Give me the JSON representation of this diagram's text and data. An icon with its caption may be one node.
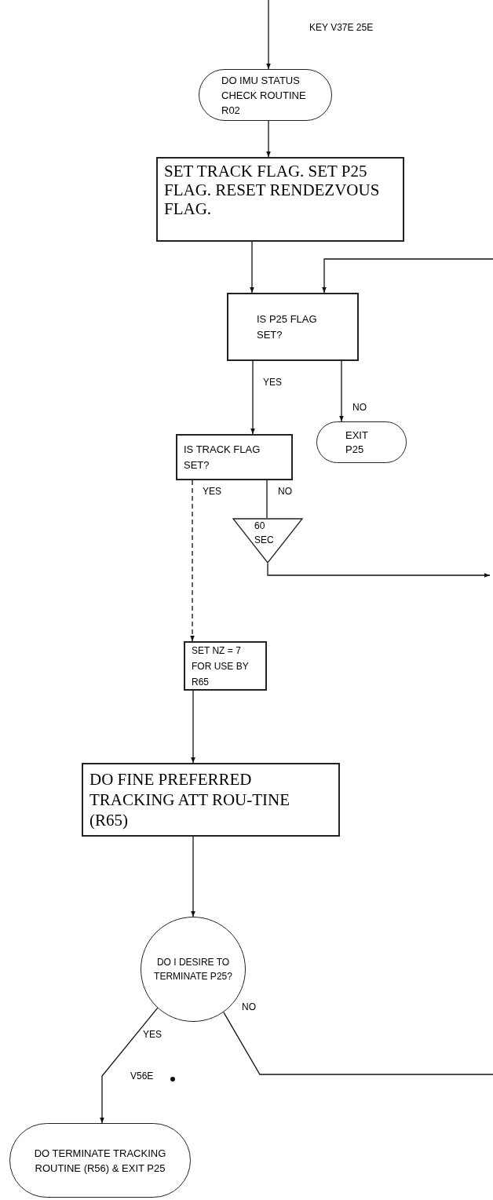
{
  "diagram": {
    "nodes": [
      {
        "text": [
          "DO IMU STATUS CHECK ROUTINE R02"
        ]
      },
      {
        "text": [
          "SET TRACK FLAG. SET P25 FLAG. RESET RENDEZVOUS FLAG."
        ]
      },
      {
        "text": [
          "IS P25 FLAG SET?"
        ]
      },
      {
        "text": [
          "EXIT P25"
        ]
      },
      {
        "text": [
          "IS TRACK FLAG SET?"
        ]
      },
      {
        "text": [
          "60 SEC"
        ]
      },
      {
        "text": [
          "SET NZ = 7 FOR USE BY R65"
        ]
      },
      {
        "text": [
          "DO FINE PREFERRED TRACKING ATT ROU-TINE (R65)"
        ]
      },
      {
        "text": [
          "DO I DESIRE TO TERMINATE P25?"
        ]
      },
      {
        "text": [
          "DO TERMINATE TRACKING ROUTINE (R56) & EXIT P25"
        ]
      }
    ],
    "edges": [
      {
        "from": null,
        "to": 0,
        "arrow": "to",
        "label": "KEY V37E 25E"
      },
      {
        "from": 0,
        "to": 1,
        "arrow": "to"
      },
      {
        "from": 1,
        "to": 2,
        "arrow": "to"
      },
      {
        "from": null,
        "to": 2,
        "arrow": "to"
      },
      {
        "from": 2,
        "to": 4,
        "arrow": "to",
        "label": "YES"
      },
      {
        "from": 2,
        "to": 3,
        "arrow": "to",
        "label": "NO"
      },
      {
        "from": 4,
        "to": 6,
        "arrow": "to",
        "label": "YES",
        "style": "dashed"
      },
      {
        "from": 4,
        "to": 5,
        "arrow": "none",
        "label": "NO"
      },
      {
        "from": 5,
        "to": null,
        "arrow": "to"
      },
      {
        "from": 6,
        "to": 7,
        "arrow": "to"
      },
      {
        "from": 7,
        "to": 8,
        "arrow": "to"
      },
      {
        "from": 8,
        "to": 9,
        "arrow": "to",
        "label": "YES"
      },
      {
        "from": 8,
        "to": null,
        "arrow": "none",
        "label": "NO"
      }
    ],
    "labels": [
      "V56E"
    ]
  }
}
